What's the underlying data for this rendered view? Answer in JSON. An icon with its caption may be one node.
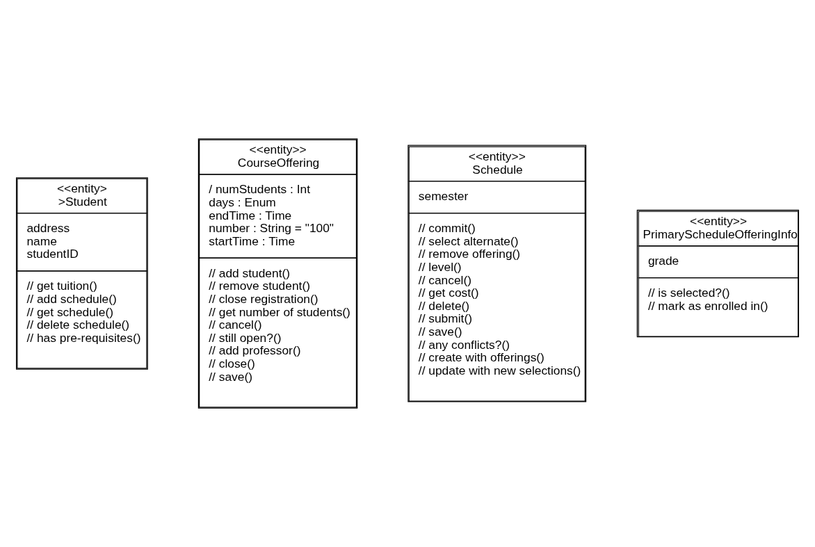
{
  "diagram": {
    "nodes": [
      {
        "text": [
          "<<entity>",
          ">Student",
          "address",
          "name",
          "studentID",
          "// get tuition()",
          "// add schedule()",
          "// get schedule()",
          "// delete schedule()",
          "// has pre-requisites()"
        ]
      },
      {
        "text": [
          "<<entity>>",
          "CourseOffering",
          "/ numStudents : Int",
          "days : Enum",
          "endTime : Time",
          "number : String = \"100\"",
          "startTime : Time",
          "// add student()",
          "// remove student()",
          "// close registration()",
          "// get number of students()",
          "// cancel()",
          "// still open?()",
          "// add professor()",
          "// close()",
          "// save()"
        ]
      },
      {
        "text": [
          "<<entity>>",
          "Schedule",
          "semester",
          "// commit()",
          "// select alternate()",
          "// remove offering()",
          "// level()",
          "// cancel()",
          "// get cost()",
          "// delete()",
          "// submit()",
          "// save()",
          "// any conflicts?()",
          "// create with offerings()",
          "// update with new selections()"
        ]
      },
      {
        "text": [
          "<<entity>>",
          "PrimaryScheduleOfferingInfo",
          "grade",
          "// is selected?()",
          "// mark as enrolled in()"
        ]
      }
    ]
  }
}
